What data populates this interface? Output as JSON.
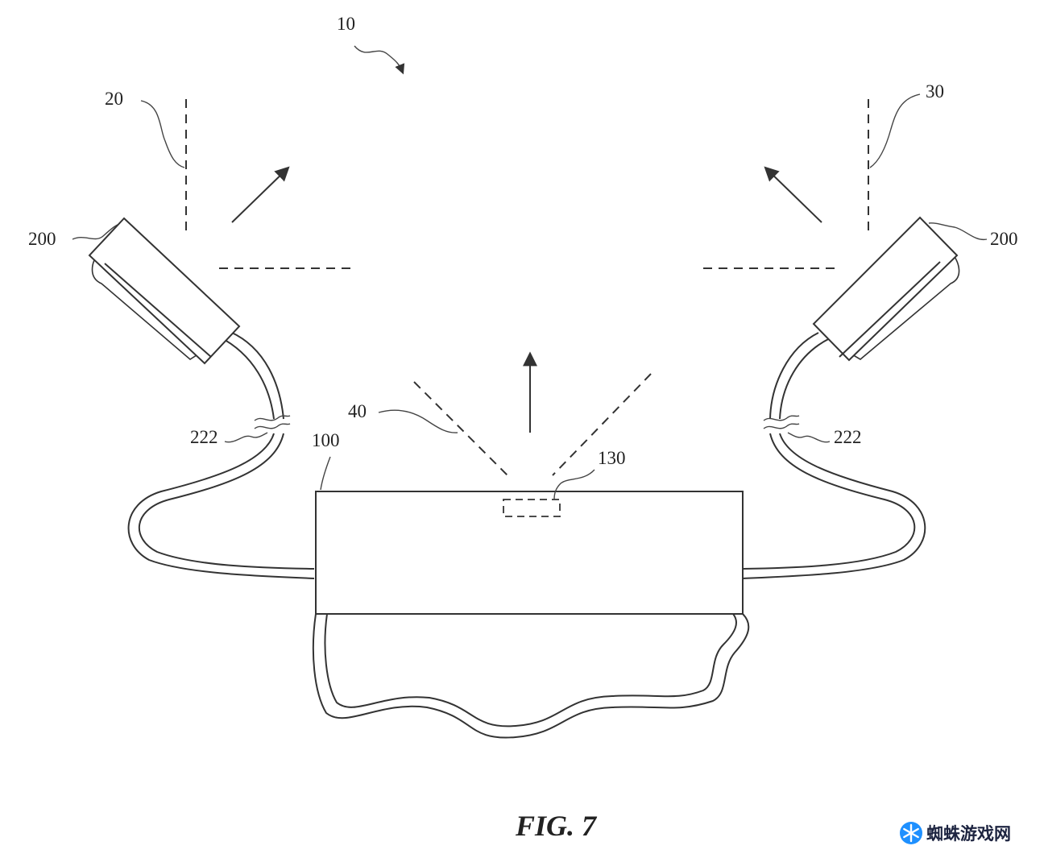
{
  "figure": {
    "caption": "FIG. 7",
    "labels": {
      "system": "10",
      "left_plane": "20",
      "right_plane": "30",
      "left_device": "200",
      "right_device": "200",
      "left_cable": "222",
      "right_cable": "222",
      "center_unit": "100",
      "sensor_window": "130",
      "field_of_view": "40"
    }
  },
  "watermark": {
    "text": "蜘蛛游戏网",
    "icon": "snowflake-icon",
    "color": "#1e90ff"
  }
}
